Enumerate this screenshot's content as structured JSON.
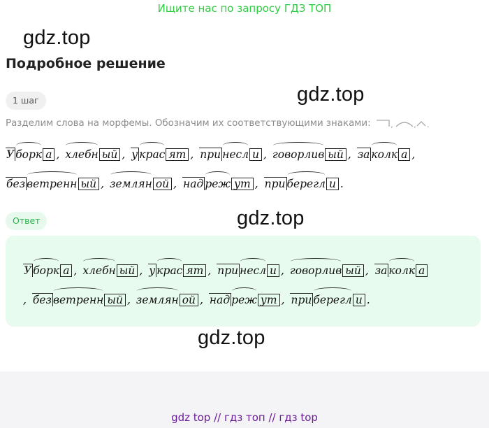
{
  "banner": "Ищите нас по запросу ГДЗ ТОП",
  "watermark": "gdz.top",
  "heading": "Подробное решение",
  "step_label": "1 шаг",
  "answer_label": "Ответ",
  "intro_text": "Разделим слова на морфемы. Обозначим их соответствующими знаками:",
  "words": [
    {
      "pre": "У",
      "root": "борк",
      "end": "а"
    },
    {
      "root": "хлебн",
      "end": "ый"
    },
    {
      "pre": "у",
      "root": "крас",
      "end": "ят"
    },
    {
      "pre": "при",
      "root": "несл",
      "end": "и"
    },
    {
      "root": "говорлив",
      "end": "ый"
    },
    {
      "pre": "за",
      "root": "колк",
      "end": "а"
    },
    {
      "pre": "без",
      "root": "ветренн",
      "end": "ый"
    },
    {
      "root": "землян",
      "end": "ой"
    },
    {
      "pre": "над",
      "root": "реж",
      "end": "ут"
    },
    {
      "pre": "при",
      "root": "берегл",
      "end": "и"
    }
  ],
  "footer_text": "gdz top  //  гдз топ  //  гдз top",
  "colors": {
    "banner": "#2ecc40",
    "answer_bg": "#e7fbee",
    "answer_label": "#2bb24c",
    "footer": "#6a1b9a"
  }
}
